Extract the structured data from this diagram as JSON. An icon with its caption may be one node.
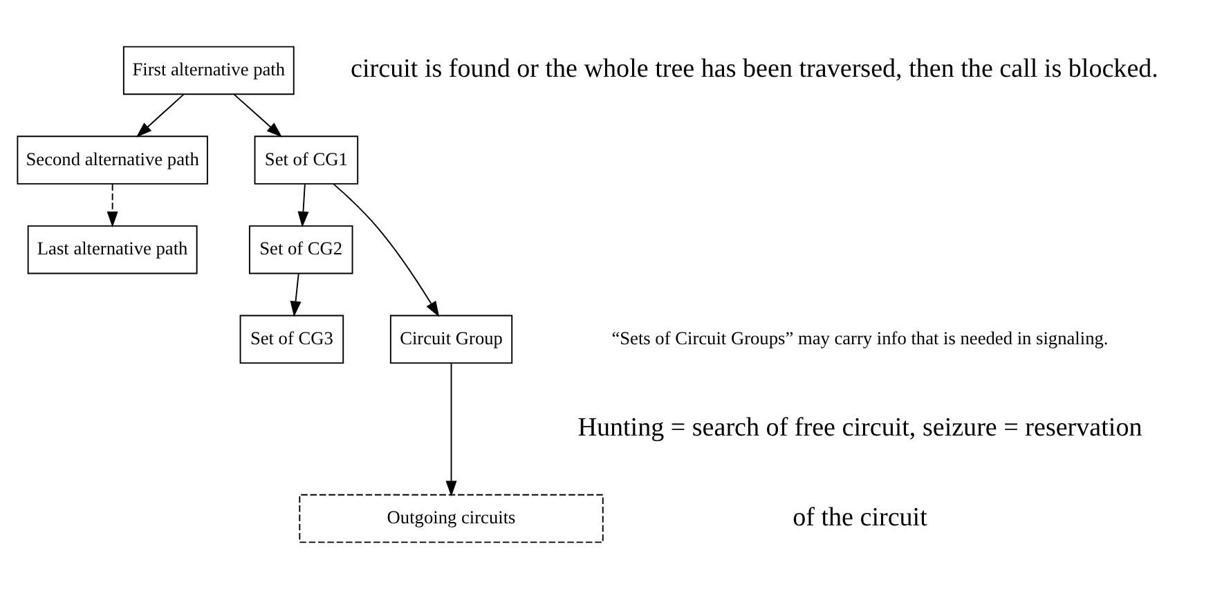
{
  "diagram": {
    "nodes": [
      {
        "text": [
          "First alternative path"
        ]
      },
      {
        "text": [
          "Second alternative path"
        ]
      },
      {
        "text": [
          "Last alternative path"
        ]
      },
      {
        "text": [
          "Set of CG1"
        ]
      },
      {
        "text": [
          "Set of CG2"
        ]
      },
      {
        "text": [
          "Set of CG3"
        ]
      },
      {
        "text": [
          "Circuit Group"
        ]
      },
      {
        "text": [
          "Outgoing circuits"
        ]
      }
    ],
    "edges": [
      {
        "from": 0,
        "to": 1,
        "arrow": "to"
      },
      {
        "from": 1,
        "to": 2,
        "arrow": "to",
        "style": "dashed"
      },
      {
        "from": 0,
        "to": 3,
        "arrow": "to"
      },
      {
        "from": 3,
        "to": 4,
        "arrow": "to"
      },
      {
        "from": 4,
        "to": 5,
        "arrow": "to"
      },
      {
        "from": 3,
        "to": 6,
        "arrow": "to"
      },
      {
        "from": 6,
        "to": 7,
        "arrow": "to"
      }
    ],
    "labels": [
      "circuit is found or the whole tree has been traversed, then the call is blocked.",
      "“Sets of Circuit Groups” may carry info that is needed in signaling.",
      "Hunting = search of free circuit, seizure = reservation",
      "of the circuit"
    ]
  }
}
